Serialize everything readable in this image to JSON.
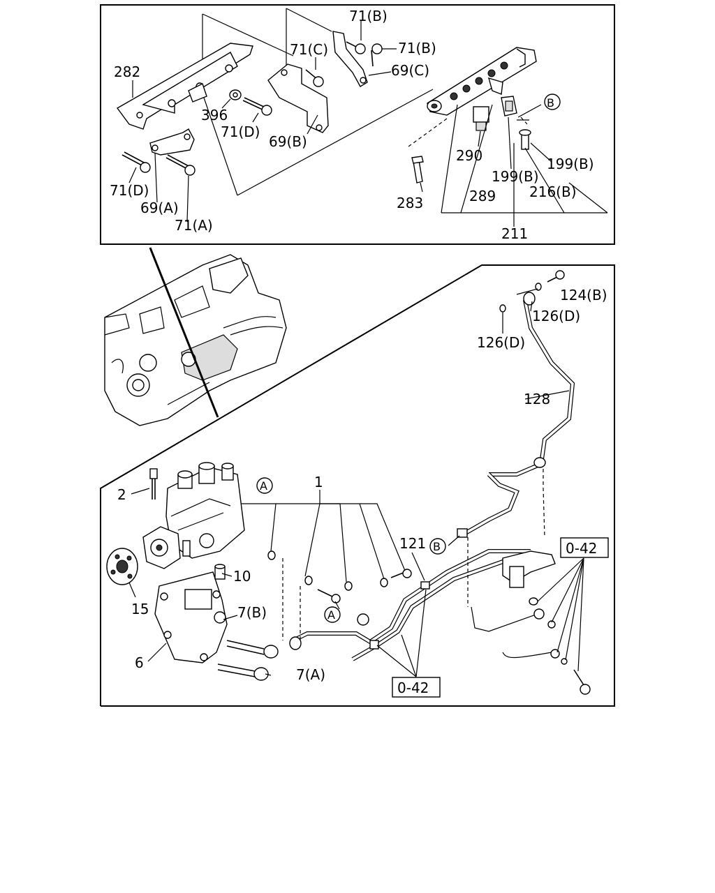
{
  "callouts": {
    "c71B_1": "71(B)",
    "c71B_2": "71(B)",
    "c71C": "71(C)",
    "c69C": "69(C)",
    "c282": "282",
    "c396": "396",
    "c71D_1": "71(D)",
    "c69B": "69(B)",
    "c71D_2": "71(D)",
    "c69A": "69(A)",
    "c71A": "71(A)",
    "cB_ref1": "B",
    "c290": "290",
    "c199B_1": "199(B)",
    "c199B_2": "199(B)",
    "c289": "289",
    "c216B": "216(B)",
    "c283": "283",
    "c211": "211",
    "c124B": "124(B)",
    "c126D_1": "126(D)",
    "c126D_2": "126(D)",
    "c128": "128",
    "c2": "2",
    "cA_ref1": "A",
    "c1": "1",
    "c121": "121",
    "cB_ref2": "B",
    "c042_1": "0-42",
    "c10": "10",
    "c15": "15",
    "c7B": "7(B)",
    "cA_ref2": "A",
    "c6": "6",
    "c7A": "7(A)",
    "c042_2": "0-42"
  }
}
